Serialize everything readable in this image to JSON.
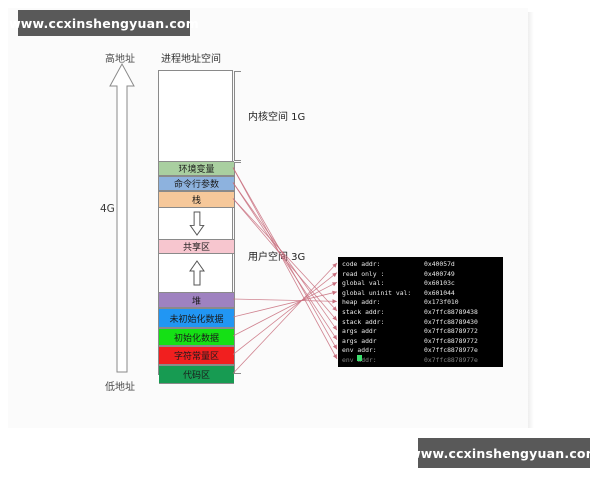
{
  "watermarks": {
    "top": "www.ccxinshengyuan.com",
    "bottom": "www.ccxinshengyuan.com"
  },
  "axis": {
    "high_address": "高地址",
    "low_address": "低地址",
    "total_size": "4G"
  },
  "diagram": {
    "title": "进程地址空间",
    "annotations": {
      "kernel": "内核空间 1G",
      "user": "用户空间 3G"
    },
    "segments": [
      {
        "label": "",
        "color": "#ffffff",
        "kind": "empty"
      },
      {
        "label": "环境变量",
        "color": "#a9cfa0",
        "kind": "block"
      },
      {
        "label": "命令行参数",
        "color": "#8db2de",
        "kind": "block"
      },
      {
        "label": "栈",
        "color": "#f6c89a",
        "kind": "block"
      },
      {
        "label": "",
        "color": "#ffffff",
        "kind": "arrow-down"
      },
      {
        "label": "共享区",
        "color": "#f7c6cf",
        "kind": "block"
      },
      {
        "label": "",
        "color": "#ffffff",
        "kind": "arrow-up"
      },
      {
        "label": "堆",
        "color": "#9f82c0",
        "kind": "block"
      },
      {
        "label": "未初始化数据",
        "color": "#2196f3",
        "kind": "block"
      },
      {
        "label": "初始化数据",
        "color": "#15e015",
        "kind": "block"
      },
      {
        "label": "字符常量区",
        "color": "#f11f1f",
        "kind": "block"
      },
      {
        "label": "代码区",
        "color": "#179b52",
        "kind": "block"
      }
    ]
  },
  "terminal": {
    "rows": [
      {
        "key": "code addr:",
        "value": "0x40057d"
      },
      {
        "key": "read only :",
        "value": "0x400749"
      },
      {
        "key": "global val:",
        "value": "0x60103c"
      },
      {
        "key": "global uninit val:",
        "value": "0x601044"
      },
      {
        "key": "heap addr:",
        "value": "0x173f010"
      },
      {
        "key": "stack addr:",
        "value": "0x7ffc88789438"
      },
      {
        "key": "stack addr:",
        "value": "0x7ffc88789430"
      },
      {
        "key": "args addr",
        "value": "0x7ffc88789772"
      },
      {
        "key": "args addr",
        "value": "0x7ffc88789772"
      },
      {
        "key": "env addr:",
        "value": "0x7ffc8878977e"
      },
      {
        "key": "env addr:",
        "value": "0x7ffc8878977e"
      }
    ],
    "cursor_color": "#3ddf6f",
    "background": "#000000",
    "text_color": "#e8e8e8"
  },
  "connector_color": "#c9707f"
}
